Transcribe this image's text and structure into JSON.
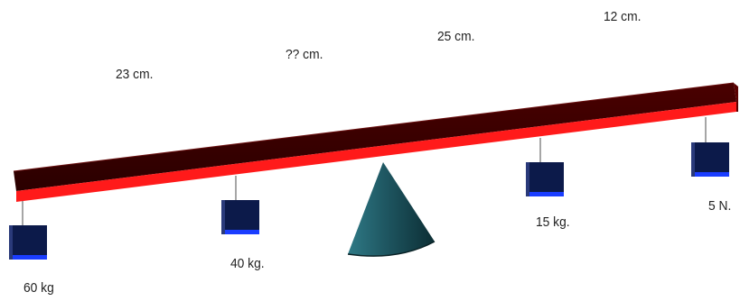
{
  "distances": {
    "d1": "23 cm.",
    "d2": "?? cm.",
    "d3": "25 cm.",
    "d4": "12 cm."
  },
  "weights": {
    "w1": "60 kg",
    "w2": "40 kg.",
    "w3": "15 kg.",
    "w4": "5 N."
  },
  "colors": {
    "beam_top": "#3a0000",
    "beam_underside": "#ff1a1a",
    "weight_block": "#0c1a4a",
    "weight_block_bottom": "#1a3dff",
    "fulcrum": "#1e5560"
  },
  "icons": {
    "fulcrum": "cone-fulcrum-icon",
    "weight": "hanging-block-icon"
  }
}
